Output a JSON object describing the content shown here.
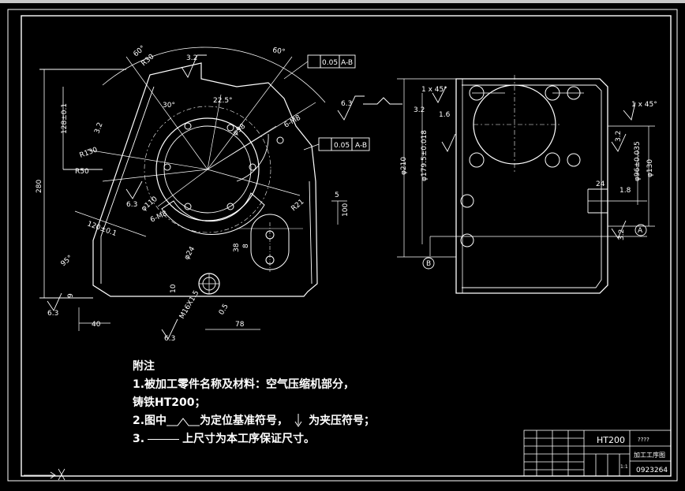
{
  "notes": {
    "heading": "附注",
    "line1": "1.被加工零件名称及材料：空气压缩机部分，",
    "line2": "铸铁HT200；",
    "line3a": "2.图中",
    "line3b": "为定位基准符号，",
    "line3c": "为夹压符号；",
    "line4a": "3.",
    "line4b": "上尺寸为本工序保证尺寸。"
  },
  "title_block": {
    "material": "HT200",
    "unknown": "????",
    "title": "加工工序图",
    "drawing_no": "0923264",
    "scale": "1:1"
  },
  "dimensions": {
    "angle_left": "60°",
    "angle_right": "60°",
    "r_top": "R30",
    "r130": "R130",
    "r50": "R50",
    "r21": "R21",
    "d280": "280",
    "d128": "128±0.1",
    "d120": "120±0.1",
    "d100": "100",
    "d5": "5",
    "d40": "40",
    "d78": "78",
    "d38": "38",
    "d10": "10",
    "d24": "φ24",
    "d9": "9",
    "d0_5": "0.5",
    "thread_bottom": "M16X1.5",
    "thread_top": "6-M8",
    "thread_left": "6-M8",
    "phi98": "φ98",
    "phi110": "φ110",
    "angle30": "30°",
    "angle22": "22.5°",
    "angle95": "95°",
    "d8": "8",
    "rough_32a": "3.2",
    "rough_32b": "3.2",
    "rough_63a": "6.3",
    "rough_63b": "6.3",
    "rough_63c": "6.3",
    "rough_63d": "6.3",
    "tol_box1_val": "0.05",
    "tol_box1_ref": "A-B",
    "tol_box2_val": "0.05",
    "tol_box2_ref": "A-B",
    "chamfer_left": "1 x 45°",
    "chamfer_right": "1 x 45°",
    "phi210": "φ210",
    "phi179": "φ179.5±0.018",
    "phi96": "φ96±0.035",
    "phi130": "φ130",
    "r_32": "3.2",
    "r_16": "1.6",
    "r_18": "1.8",
    "d24b": "24",
    "r_32c": "3.2",
    "r_32d": "3.2",
    "label_a": "A",
    "label_b": "B"
  }
}
